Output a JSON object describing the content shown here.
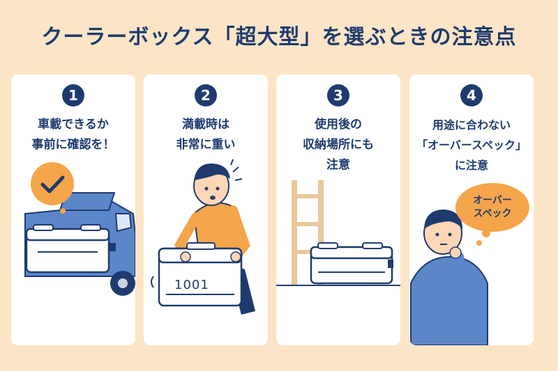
{
  "title": "クーラーボックス「超大型」を選ぶときの注意点",
  "cards": [
    {
      "number": "1",
      "lines": [
        "車載できるか",
        "事前に確認を！"
      ]
    },
    {
      "number": "2",
      "lines": [
        "満載時は",
        "非常に重い"
      ],
      "box_label": "1001"
    },
    {
      "number": "3",
      "lines": [
        "使用後の",
        "収納場所にも",
        "注意"
      ]
    },
    {
      "number": "4",
      "lines": [
        "用途に合わない",
        "「オーバースペック」",
        "に注意"
      ],
      "bubble_lines": [
        "オーバー",
        "スペック"
      ]
    }
  ],
  "colors": {
    "navy": "#1F3B6E",
    "orange": "#F5A54A",
    "blue": "#5B86C9",
    "background": "#FCE5C6"
  }
}
